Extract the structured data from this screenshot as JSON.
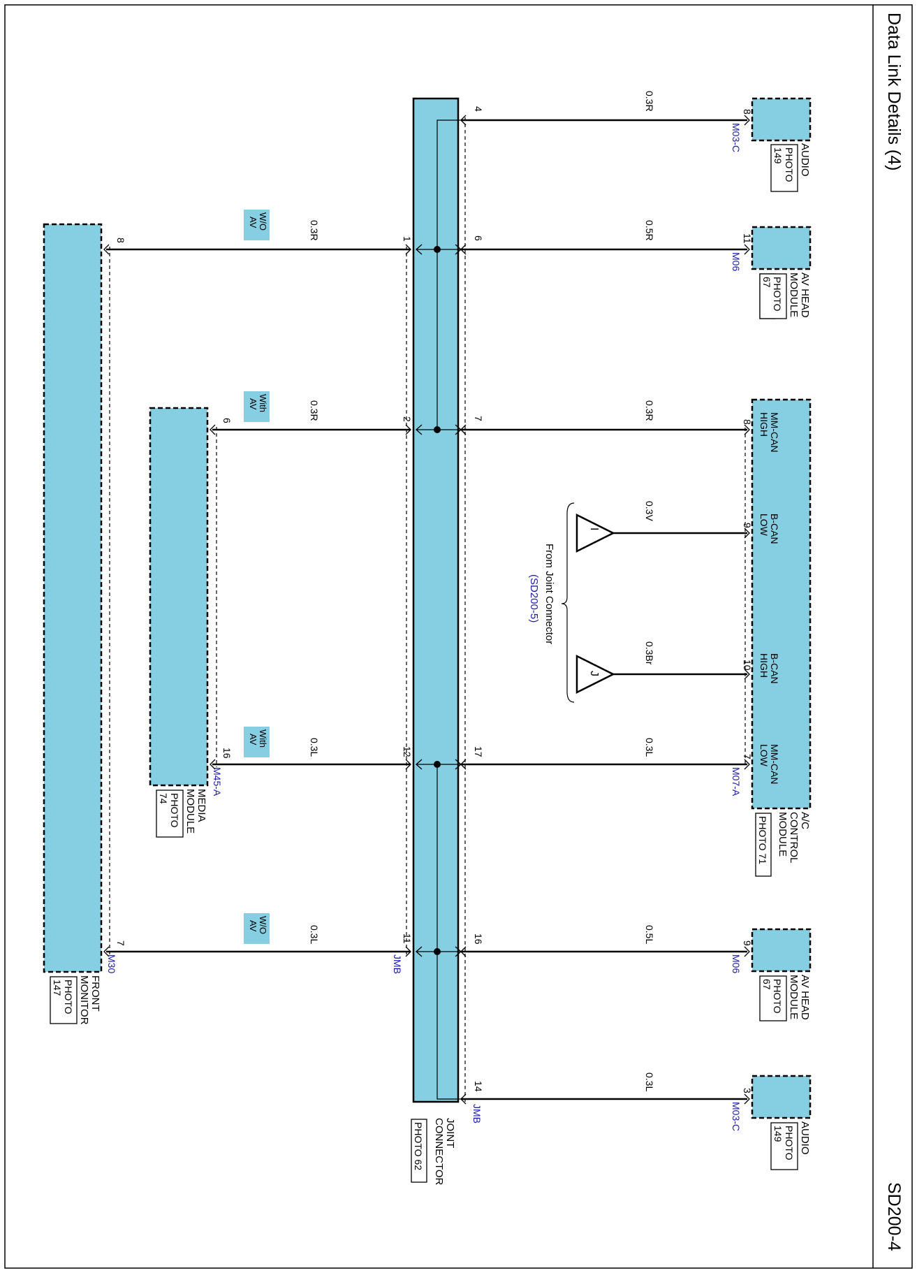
{
  "page": {
    "title": "Data Link Details (4)",
    "code": "SD200-4"
  },
  "joint_connector": {
    "name_lines": [
      "JOINT",
      "CONNECTOR"
    ],
    "photo": "PHOTO 62",
    "connector_ids": [
      "JMB",
      "JMB"
    ],
    "right_pins": [
      "4",
      "6",
      "7",
      "17",
      "16",
      "14"
    ],
    "left_pins": [
      "1",
      "2",
      "12",
      "11"
    ]
  },
  "components": {
    "audio_top": {
      "name_lines": [
        "AUDIO"
      ],
      "photo_lines": [
        "PHOTO",
        "149"
      ],
      "connector": "M03-C",
      "pin": "8"
    },
    "av_head_top": {
      "name_lines": [
        "AV HEAD",
        "MODULE"
      ],
      "photo_lines": [
        "PHOTO",
        "67"
      ],
      "connector": "M06",
      "pin": "11"
    },
    "ac_control": {
      "name_lines": [
        "A/C",
        "CONTROL",
        "MODULE"
      ],
      "photo": "PHOTO 71",
      "connector": "M07-A",
      "pins": [
        "8",
        "9",
        "10",
        "7"
      ],
      "signal_lines": [
        [
          "MM-CAN",
          "HIGH"
        ],
        [
          "B-CAN",
          "LOW"
        ],
        [
          "B-CAN",
          "HIGH"
        ],
        [
          "MM-CAN",
          "LOW"
        ]
      ]
    },
    "av_head_bottom": {
      "name_lines": [
        "AV HEAD",
        "MODULE"
      ],
      "photo_lines": [
        "PHOTO",
        "67"
      ],
      "connector": "M06",
      "pin": "9"
    },
    "audio_bottom": {
      "name_lines": [
        "AUDIO"
      ],
      "photo_lines": [
        "PHOTO",
        "149"
      ],
      "connector": "M03-C",
      "pin": "3"
    },
    "media_module": {
      "name_lines": [
        "MEDIA",
        "MODULE"
      ],
      "photo_lines": [
        "PHOTO",
        "74"
      ],
      "connector": "M45-A",
      "pins": [
        "6",
        "16"
      ]
    },
    "front_monitor": {
      "name_lines": [
        "FRONT",
        "MONITOR"
      ],
      "photo_lines": [
        "PHOTO",
        "147"
      ],
      "connector": "M30",
      "pins": [
        "8",
        "7"
      ]
    }
  },
  "wires": {
    "right": [
      "0.3R",
      "0.5R",
      "0.3R",
      "0.3V",
      "0.3Br",
      "0.3L",
      "0.5L",
      "0.3L"
    ],
    "left": [
      "0.3R",
      "0.3R",
      "0.3L",
      "0.3L"
    ]
  },
  "option_tags": [
    [
      "W/O",
      "AV"
    ],
    [
      "With",
      "AV"
    ],
    [
      "With",
      "AV"
    ],
    [
      "W/O",
      "AV"
    ]
  ],
  "references": {
    "triangles": [
      "I",
      "J"
    ],
    "caption": "From Joint Connector",
    "link": "(SD200-5)"
  }
}
